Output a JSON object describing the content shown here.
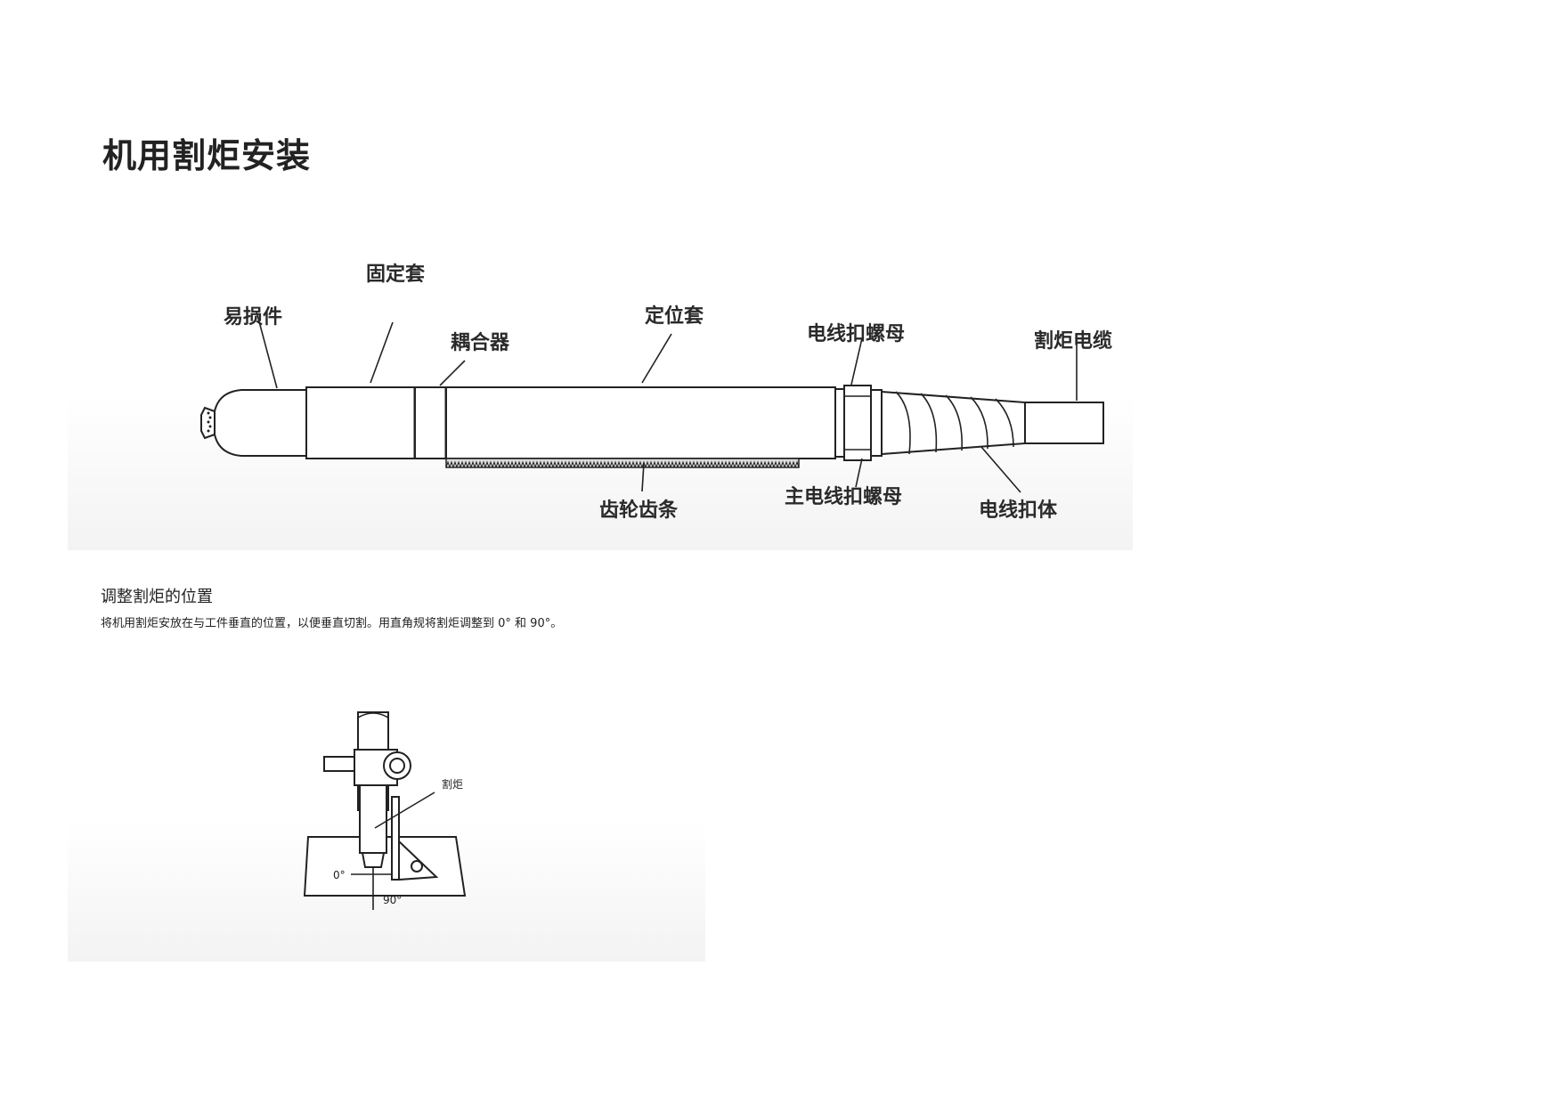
{
  "page": {
    "title": "机用割炬安装"
  },
  "torch_diagram": {
    "labels": {
      "consumables": "易损件",
      "retaining_sleeve": "固定套",
      "coupler": "耦合器",
      "positioning_sleeve": "定位套",
      "strain_relief_nut": "电线扣螺母",
      "torch_cable": "割炬电缆",
      "gear_rack": "齿轮齿条",
      "main_strain_relief_nut": "主电线扣螺母",
      "strain_relief_body": "电线扣体"
    }
  },
  "adjust_section": {
    "heading": "调整割炬的位置",
    "text": "将机用割炬安放在与工件垂直的位置，以便垂直切割。用直角规将割炬调整到 0° 和 90°。"
  },
  "square_diagram": {
    "torch_label": "割炬",
    "angle_0": "0°",
    "angle_90": "90°"
  }
}
